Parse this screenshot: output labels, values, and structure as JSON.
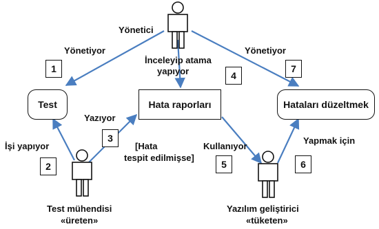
{
  "colors": {
    "arrow": "#4a7ec0",
    "outline": "#111111",
    "background": "#ffffff"
  },
  "actors": {
    "manager": {
      "name": "Yönetici",
      "icon": "person-icon"
    },
    "tester": {
      "name_line1": "Test mühendisi",
      "name_line2": "«üreten»",
      "icon": "person-icon"
    },
    "developer": {
      "name_line1": "Yazılım geliştirici",
      "name_line2": "«tüketen»",
      "icon": "person-icon"
    }
  },
  "boxes": {
    "test": "Test",
    "bug_reports": "Hata raporları",
    "fix_bugs": "Hataları düzeltmek"
  },
  "edges": {
    "manages_left": "Yönetiyor",
    "manages_right": "Yönetiyor",
    "review_line1": "İnceleyip atama",
    "review_line2": "yapıyor",
    "writes": "Yazıyor",
    "condition_line1": "[Hata",
    "condition_line2": "tespit edilmişse]",
    "does_work": "İşi yapıyor",
    "uses": "Kullanıyor",
    "in_order_to": "Yapmak için"
  },
  "steps": [
    "1",
    "2",
    "3",
    "4",
    "5",
    "6",
    "7"
  ]
}
